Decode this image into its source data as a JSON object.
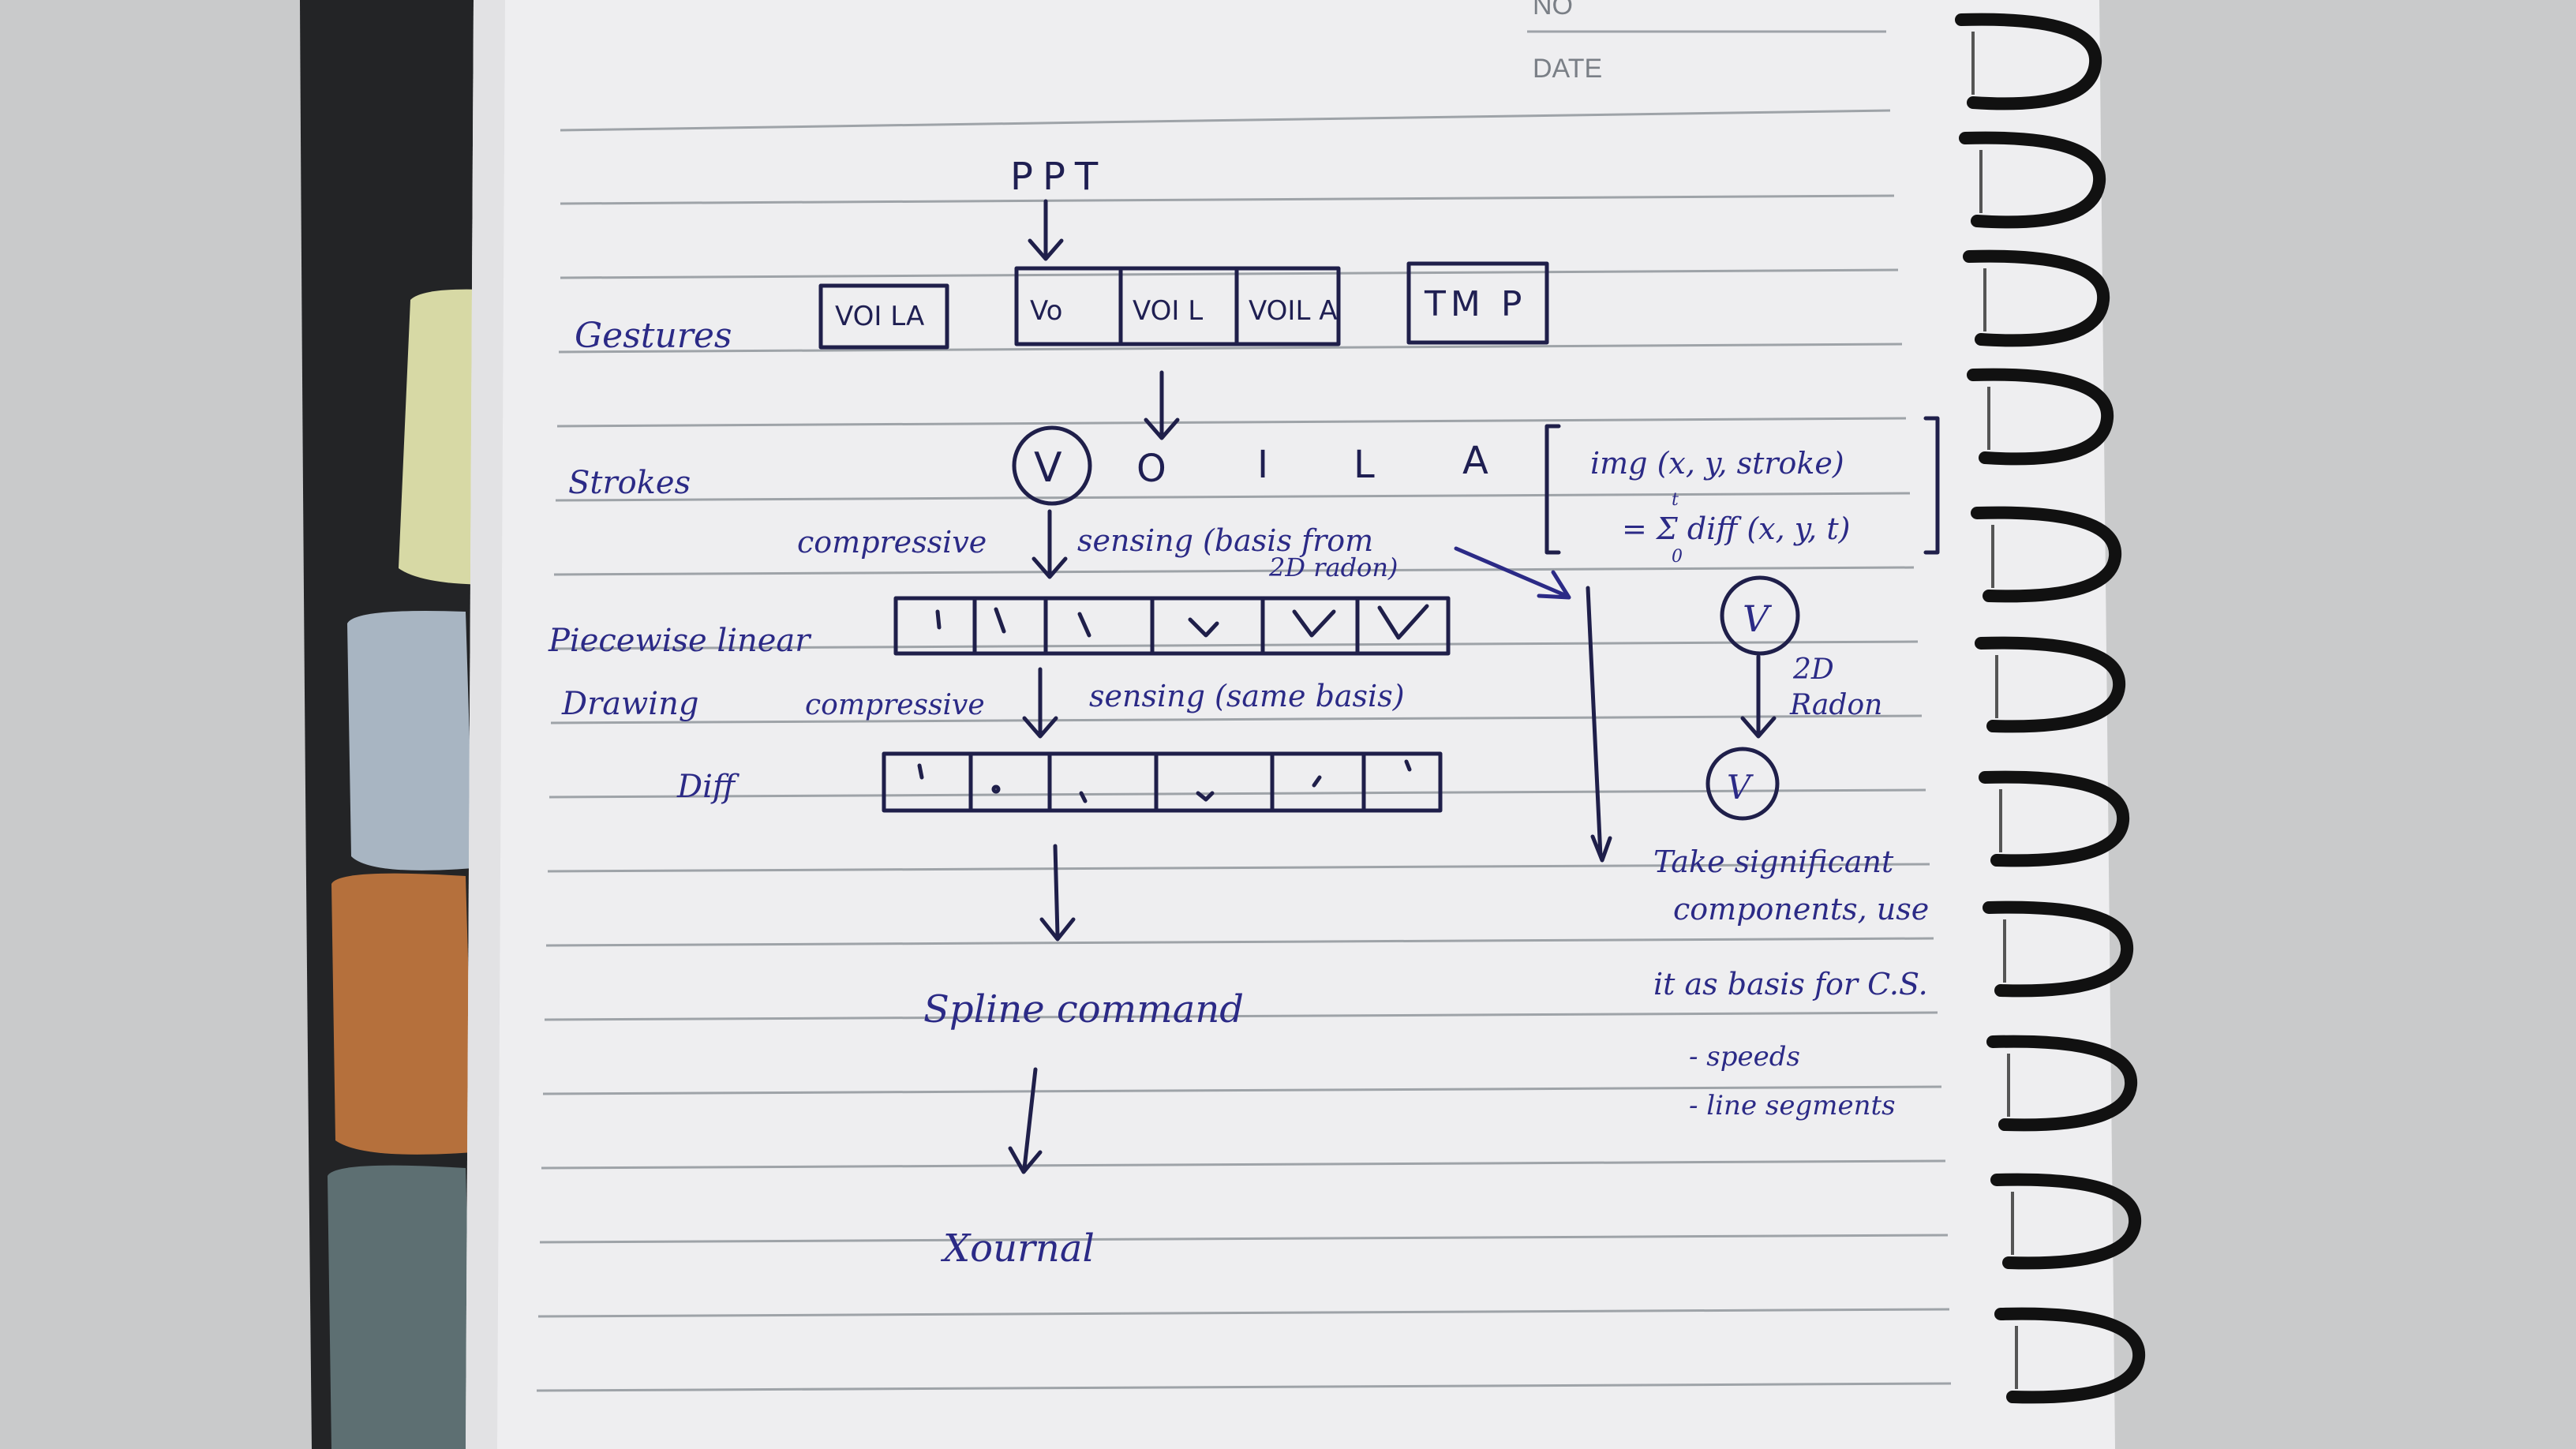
{
  "header": {
    "no_label": "NO",
    "date_label": "DATE"
  },
  "diagram": {
    "ppt": "PPT",
    "gestures_label": "Gestures",
    "gesture_boxes": [
      "VOI LA",
      "Vo",
      "VOI L",
      "VOIL A",
      "TM P"
    ],
    "strokes_label": "Strokes",
    "strokes": [
      "V",
      "O",
      "I",
      "L",
      "A"
    ],
    "compressive_1": "compressive",
    "sensing_1": "sensing (basis from",
    "sensing_1b": "2D radon)",
    "formula_line1": "img (x, y, stroke)",
    "formula_line2": "= Σ diff (x, y, t)",
    "formula_sub": "t",
    "formula_sub0": "0",
    "piecewise_label": "Piecewise linear",
    "drawing_label": "Drawing",
    "compressive_2": "compressive",
    "sensing_2": "sensing (same basis)",
    "diff_label": "Diff",
    "radon_circle_1": "V",
    "radon_label_1": "2D",
    "radon_label_2": "Radon",
    "radon_circle_2": "V",
    "note_line1": "Take significant",
    "note_line2": "components, use",
    "note_line3": "it as basis for C.S.",
    "bullet_1": "- speeds",
    "bullet_2": "- line segments",
    "spline": "Spline command",
    "xournal": "Xournal"
  },
  "colors": {
    "ink_blue": "#2b2a86",
    "ink_dark": "#1f1f4a",
    "paper": "#eeeef0",
    "desk": "#c9cacb",
    "cover": "#232426",
    "tab_yellow": "#e7e9b0",
    "tab_blue": "#a8b5c2",
    "tab_orange": "#b5703c",
    "tab_teal": "#5d6f72"
  },
  "icons": [
    "spiral-binding-icon",
    "divider-tab-icon"
  ]
}
